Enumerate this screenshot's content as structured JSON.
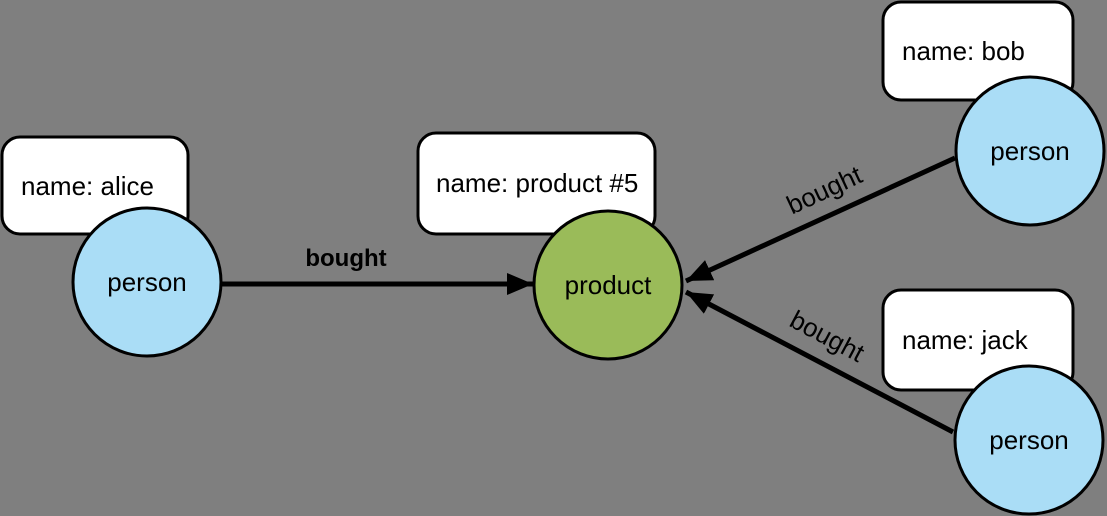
{
  "canvas": {
    "background_color": "#7f7f7f"
  },
  "colors": {
    "person_fill": "#aaddf6",
    "product_fill": "#9abb59",
    "box_fill": "#ffffff",
    "stroke": "#000000",
    "text": "#000000"
  },
  "nodes": {
    "alice": {
      "type_label": "person",
      "property_label": "name: alice"
    },
    "bob": {
      "type_label": "person",
      "property_label": "name: bob"
    },
    "jack": {
      "type_label": "person",
      "property_label": "name: jack"
    },
    "product": {
      "type_label": "product",
      "property_label": "name: product #5"
    }
  },
  "edges": {
    "alice_to_product": {
      "label": "bought"
    },
    "bob_to_product": {
      "label": "bought"
    },
    "jack_to_product": {
      "label": "bought"
    }
  }
}
